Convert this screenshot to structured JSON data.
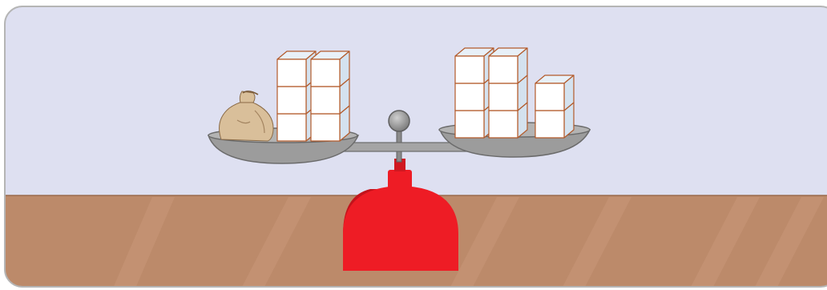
{
  "colors": {
    "sky": "#dee0f1",
    "table": "#bc8a6a",
    "table_streak": "#c99878",
    "frame_border": "#b5b5b5",
    "pan": "#9c9c9c",
    "pan_edge": "#6b6b6b",
    "scale_base": "#ee1c25",
    "scale_base_shadow": "#c3131b",
    "sack": "#d9bf9a",
    "cube_front": "#ffffff",
    "cube_top": "#e8f0f8",
    "cube_side": "#d4e2ef",
    "cube_edge": "#b35a2a"
  },
  "scene": {
    "left_pan": {
      "items": [
        "sack",
        "cube-stack",
        "cube-stack"
      ],
      "stack_heights": [
        3,
        3
      ]
    },
    "right_pan": {
      "items": [
        "cube-stack",
        "cube-stack",
        "cube-stack"
      ],
      "stack_heights": [
        3,
        3,
        2
      ]
    },
    "balanced": true
  }
}
